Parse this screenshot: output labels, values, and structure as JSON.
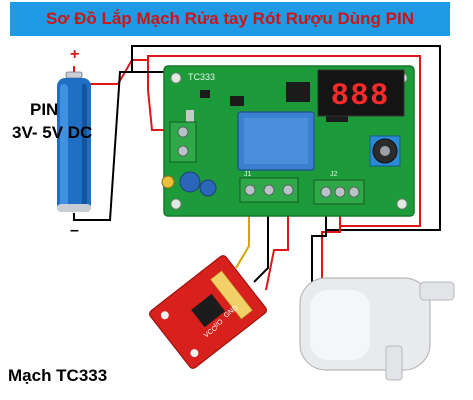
{
  "title": "Sơ Đồ Lắp Mạch Rửa tay Rót Rượu Dùng PIN",
  "battery": {
    "label_line1": "PIN",
    "label_line2": "3V- 5V DC",
    "plus_symbol": "+",
    "minus_symbol": "–"
  },
  "module_label": "Mạch TC333",
  "board": {
    "silkscreen": "TC333",
    "display_digits": "888",
    "terminal_labels": [
      "J1",
      "J2"
    ]
  },
  "touch_sensor": {
    "pin_labels": [
      "GND",
      "I/O",
      "VCC"
    ]
  },
  "colors": {
    "title_bg": "#1f9be6",
    "title_text": "#cf1414",
    "wire_red": "#e01515",
    "wire_black": "#000000",
    "wire_yellow": "#d9a400",
    "pcb_green": "#1d9b3b",
    "battery_blue": "#1f6fc4",
    "sensor_red": "#d8201c",
    "display_red": "#ff2a2a",
    "relay_blue": "#3a7fd0"
  },
  "icons": [
    "battery-icon",
    "pcb-board-icon",
    "relay-icon",
    "seven-segment-display-icon",
    "potentiometer-icon",
    "touch-sensor-icon",
    "water-pump-icon"
  ]
}
